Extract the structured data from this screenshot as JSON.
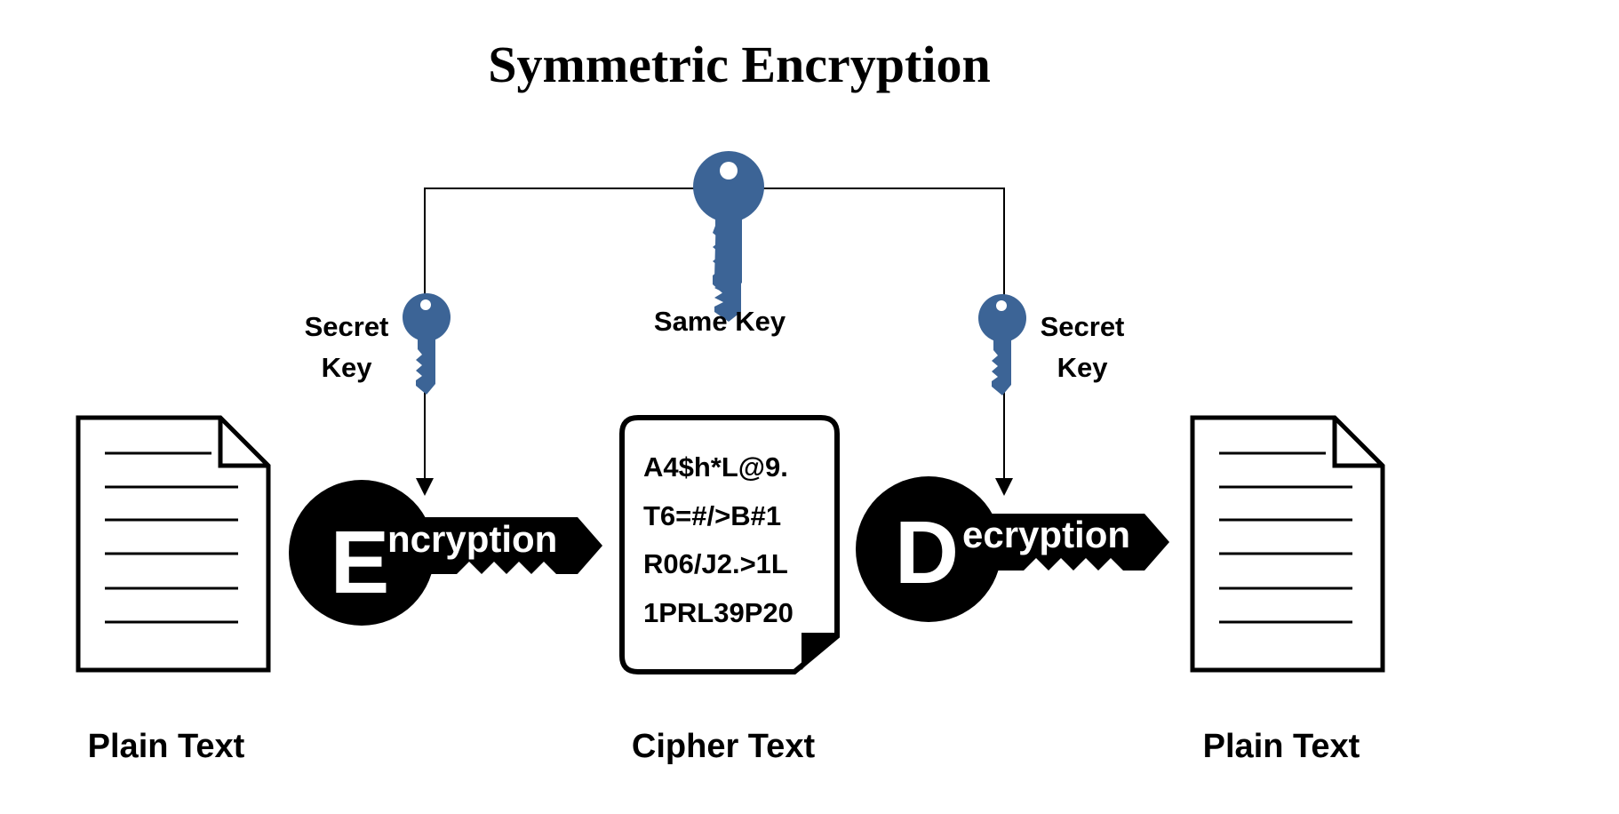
{
  "title": "Symmetric Encryption",
  "keys": {
    "same_key": "Same Key",
    "left_secret_line1": "Secret",
    "left_secret_line2": "Key",
    "right_secret_line1": "Secret",
    "right_secret_line2": "Key"
  },
  "encryption": {
    "initial": "E",
    "rest": "ncryption"
  },
  "decryption": {
    "initial": "D",
    "rest": "ecryption"
  },
  "cipher_lines": [
    "A4$h*L@9.",
    "T6=#/>B#1",
    "R06/J2.>1L",
    "1PRL39P20"
  ],
  "captions": {
    "left_plain": "Plain Text",
    "cipher": "Cipher Text",
    "right_plain": "Plain Text"
  },
  "colors": {
    "key_blue": "#3c6496",
    "black": "#000000"
  },
  "icons": [
    "key-icon",
    "document-icon",
    "encryption-key-icon",
    "decryption-key-icon",
    "cipher-document-icon"
  ]
}
